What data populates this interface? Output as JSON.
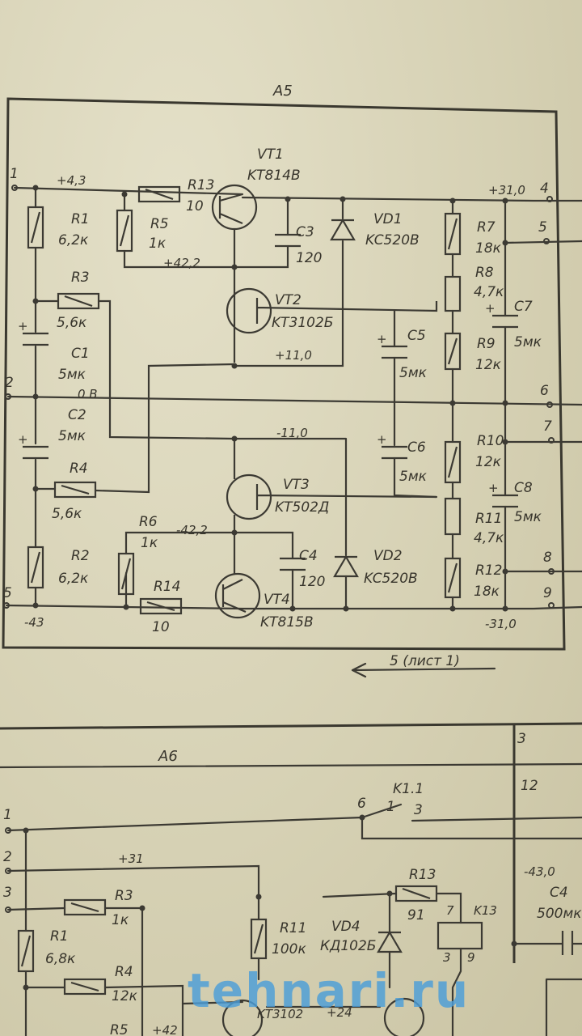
{
  "block_a5": {
    "title": "A5",
    "terminals": {
      "t1": "1",
      "t2": "2",
      "t4": "4",
      "t5": "5",
      "t5l": "5",
      "t6": "6",
      "t7": "7",
      "t8": "8",
      "t9": "9"
    },
    "voltages": {
      "in_pos": "+4,3",
      "in_neg": "-43",
      "out_pos": "+31,0",
      "out_neg": "-31,0",
      "n1": "+42,2",
      "n2": "+11,0",
      "n3": "0 B",
      "n4": "-11,0",
      "n5": "-42,2"
    },
    "components": {
      "vt1_name": "VT1",
      "vt1_type": "KT814B",
      "vt2_name": "VT2",
      "vt2_type": "KT3102Б",
      "vt3_name": "VT3",
      "vt3_type": "KT502Д",
      "vt4_name": "VT4",
      "vt4_type": "KT815B",
      "vd1_name": "VD1",
      "vd1_type": "KC520B",
      "vd2_name": "VD2",
      "vd2_type": "KC520B",
      "r1_name": "R1",
      "r1_val": "6,2к",
      "r2_name": "R2",
      "r2_val": "6,2к",
      "r3_name": "R3",
      "r3_val": "5,6к",
      "r4_name": "R4",
      "r4_val": "5,6к",
      "r5_name": "R5",
      "r5_val": "1к",
      "r6_name": "R6",
      "r6_val": "1к",
      "r7_name": "R7",
      "r7_val": "18к",
      "r8_name": "R8",
      "r8_val": "4,7к",
      "r9_name": "R9",
      "r9_val": "12к",
      "r10_name": "R10",
      "r10_val": "12к",
      "r11_name": "R11",
      "r11_val": "4,7к",
      "r12_name": "R12",
      "r12_val": "18к",
      "r13_name": "R13",
      "r13_val": "10",
      "r14_name": "R14",
      "r14_val": "10",
      "c1_name": "C1",
      "c1_val": "5мк",
      "c2_name": "C2",
      "c2_val": "5мк",
      "c3_name": "C3",
      "c3_val": "120",
      "c4_name": "C4",
      "c4_val": "120",
      "c5_name": "C5",
      "c5_val": "5мк",
      "c6_name": "C6",
      "c6_val": "5мк",
      "c7_name": "C7",
      "c7_val": "5мк",
      "c8_name": "C8",
      "c8_val": "5мк"
    },
    "note": "5 (лист 1)"
  },
  "block_a6": {
    "title": "A6",
    "terminals": {
      "t1": "1",
      "t2": "2",
      "t3": "3",
      "tr1": "3",
      "tr2": "12"
    },
    "relay": {
      "name": "K1.1",
      "p6": "6",
      "p1": "1",
      "p3": "3"
    },
    "voltages": {
      "v1": "+31",
      "v2": "-43,0",
      "v3": "+42",
      "v4": "+24"
    },
    "components": {
      "r1_name": "R1",
      "r1_val": "6,8к",
      "r3_name": "R3",
      "r3_val": "1к",
      "r4_name": "R4",
      "r4_val": "12к",
      "r5_name": "R5",
      "r11_name": "R11",
      "r11_val": "100к",
      "r13_name": "R13",
      "r13_val": "91",
      "vd4_name": "VD4",
      "vd4_type": "КД102Б",
      "k13_name": "K13",
      "k13_p1": "7",
      "k13_p2": "3",
      "k13_p3": "9",
      "c4_name": "C4",
      "c4_val": "500мк",
      "vt_label": "KT3102"
    }
  },
  "watermark": "tehnari.ru"
}
